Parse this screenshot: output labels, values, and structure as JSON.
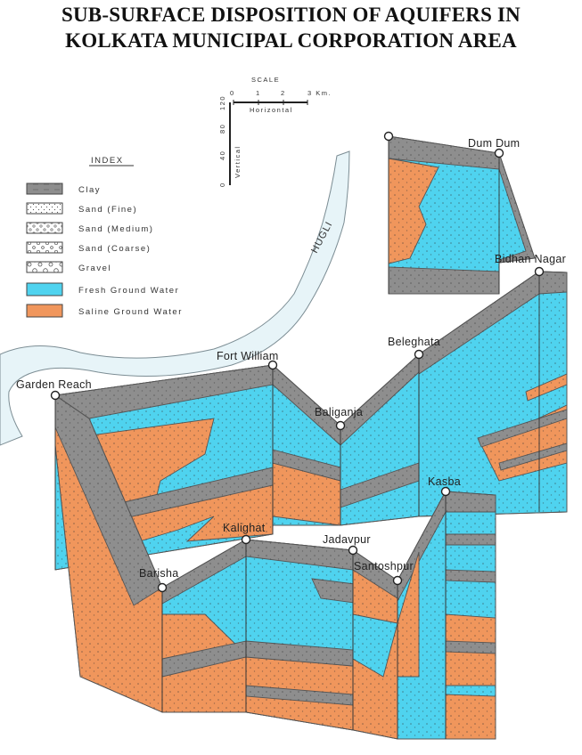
{
  "title": {
    "line1": "SUB-SURFACE DISPOSITION OF AQUIFERS IN",
    "line2": "KOLKATA MUNICIPAL CORPORATION AREA"
  },
  "scale": {
    "heading": "SCALE",
    "h_ticks": [
      "0",
      "1",
      "2",
      "3 Km."
    ],
    "horizontal_label": "Horizontal",
    "v_ticks": [
      "0",
      "40",
      "80",
      "120"
    ],
    "vertical_label": "Vertical"
  },
  "index": {
    "heading": "INDEX",
    "items": [
      {
        "label": "Clay",
        "pattern": "clay"
      },
      {
        "label": "Sand (Fine)",
        "pattern": "sand-fine"
      },
      {
        "label": "Sand (Medium)",
        "pattern": "sand-medium"
      },
      {
        "label": "Sand (Coarse)",
        "pattern": "sand-coarse"
      },
      {
        "label": "Gravel",
        "pattern": "gravel"
      },
      {
        "label": "Fresh Ground Water",
        "pattern": "fresh"
      },
      {
        "label": "Saline Ground Water",
        "pattern": "saline"
      }
    ]
  },
  "river_label": "HUGLI",
  "locations": {
    "dum_dum": "Dum Dum",
    "bidhan_nagar": "Bidhan Nagar",
    "beleghata": "Beleghata",
    "fort_william": "Fort William",
    "garden_reach": "Garden Reach",
    "baliganja": "Baliganja",
    "kasba": "Kasba",
    "kalighat": "Kalighat",
    "jadavpur": "Jadavpur",
    "santoshpur": "Santoshpur",
    "barisha": "Barisha"
  },
  "colors": {
    "clay": "#8e8e8e",
    "fresh": "#4fd3ef",
    "saline": "#f0965c",
    "river": "#e7f4f8"
  }
}
